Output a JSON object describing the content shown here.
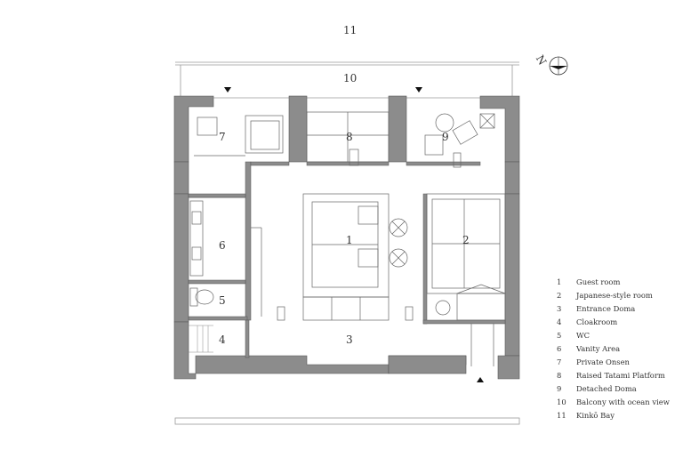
{
  "labels": {
    "bay": "11",
    "balcony": "10",
    "guest_room": "1",
    "japanese_room": "2",
    "entrance": "3",
    "cloakroom": "4",
    "wc": "5",
    "vanity": "6",
    "onsen": "7",
    "tatami": "8",
    "detached_doma": "9"
  },
  "compass": {
    "letter": "N"
  },
  "legend": [
    {
      "num": "1",
      "label": "Guest room"
    },
    {
      "num": "2",
      "label": "Japanese-style room"
    },
    {
      "num": "3",
      "label": "Entrance Doma"
    },
    {
      "num": "4",
      "label": "Cloakroom"
    },
    {
      "num": "5",
      "label": "WC"
    },
    {
      "num": "6",
      "label": "Vanity Area"
    },
    {
      "num": "7",
      "label": "Private Onsen"
    },
    {
      "num": "8",
      "label": "Raised Tatami Platform"
    },
    {
      "num": "9",
      "label": "Detached Doma"
    },
    {
      "num": "10",
      "label": "Balcony with ocean view"
    },
    {
      "num": "11",
      "label": "Kinkō Bay"
    }
  ],
  "colors": {
    "wall": "#8c8c8c",
    "line": "#555555",
    "thin": "#9a9a9a"
  }
}
